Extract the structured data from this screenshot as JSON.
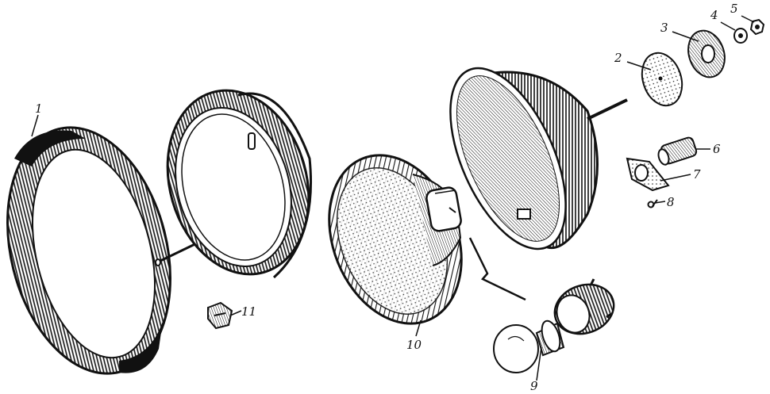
{
  "diagram": {
    "type": "exploded-view",
    "labels": {
      "p1": "1",
      "p2": "2",
      "p3": "3",
      "p4": "4",
      "p5": "5",
      "p6": "6",
      "p7": "7",
      "p8": "8",
      "p9": "9",
      "p10": "10",
      "p11": "11"
    }
  }
}
